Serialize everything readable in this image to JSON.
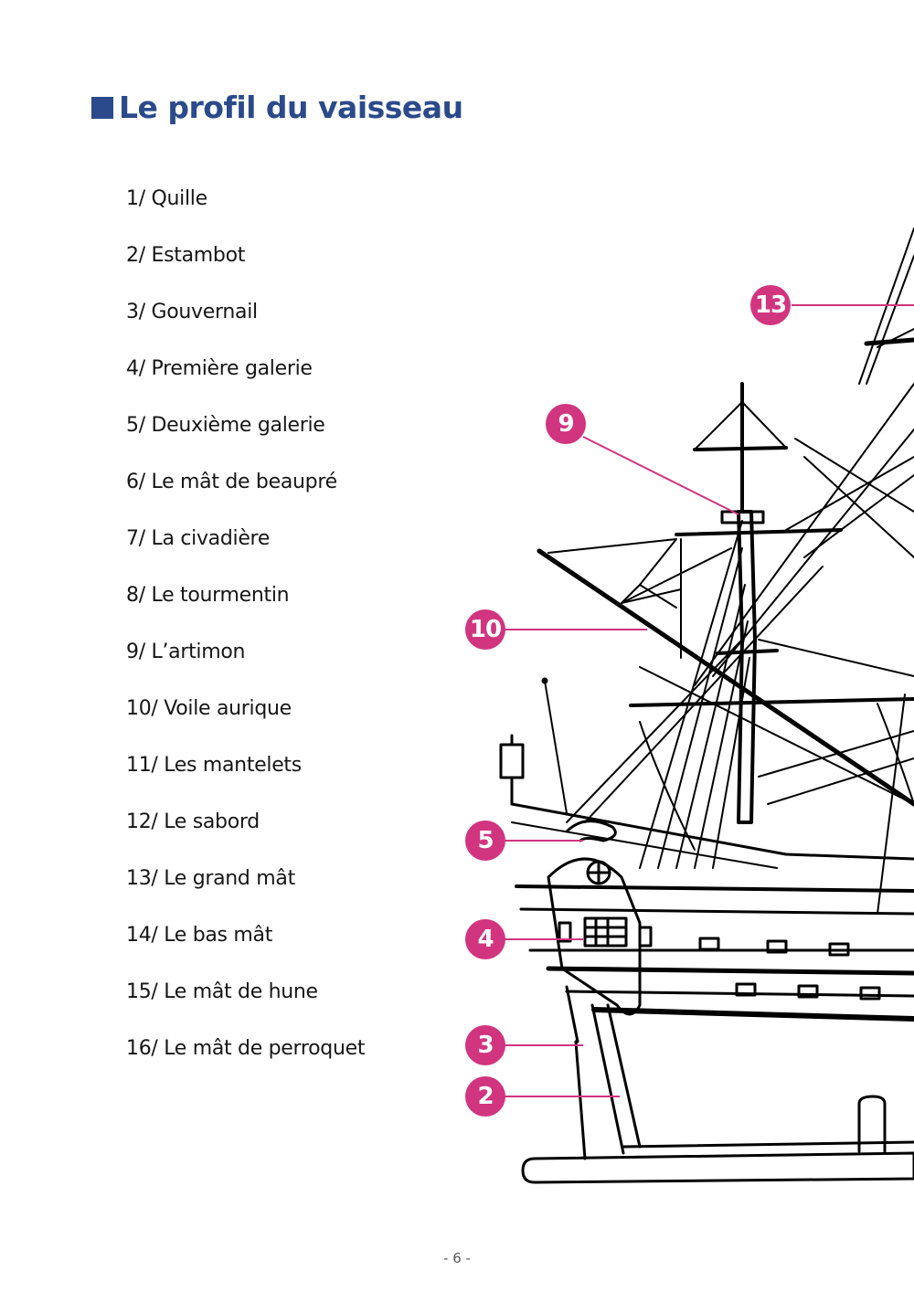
{
  "header": {
    "title": "Le profil du vaisseau",
    "title_icon": "square-bullet-icon",
    "title_color": "#2b4a8b"
  },
  "legend": {
    "items": [
      {
        "number": 1,
        "label": "1/ Quille"
      },
      {
        "number": 2,
        "label": "2/ Estambot"
      },
      {
        "number": 3,
        "label": "3/ Gouvernail"
      },
      {
        "number": 4,
        "label": "4/ Première galerie"
      },
      {
        "number": 5,
        "label": "5/ Deuxième galerie"
      },
      {
        "number": 6,
        "label": "6/ Le mât de beaupré"
      },
      {
        "number": 7,
        "label": "7/ La civadière"
      },
      {
        "number": 8,
        "label": "8/ Le tourmentin"
      },
      {
        "number": 9,
        "label": "9/ L’artimon"
      },
      {
        "number": 10,
        "label": "10/ Voile aurique"
      },
      {
        "number": 11,
        "label": "11/ Les mantelets"
      },
      {
        "number": 12,
        "label": "12/ Le sabord"
      },
      {
        "number": 13,
        "label": "13/ Le grand mât"
      },
      {
        "number": 14,
        "label": "14/ Le bas mât"
      },
      {
        "number": 15,
        "label": "15/ Le mât de hune"
      },
      {
        "number": 16,
        "label": "16/ Le mât de perroquet"
      }
    ]
  },
  "diagram": {
    "description": "Line drawing of a sailing ship (stern section) with numbered callouts",
    "marker_color": "#d1357f",
    "markers": [
      {
        "id": "13",
        "label": "13"
      },
      {
        "id": "9",
        "label": "9"
      },
      {
        "id": "10",
        "label": "10"
      },
      {
        "id": "5",
        "label": "5"
      },
      {
        "id": "4",
        "label": "4"
      },
      {
        "id": "3",
        "label": "3"
      },
      {
        "id": "2",
        "label": "2"
      }
    ]
  },
  "footer": {
    "page_number": "- 6 -"
  }
}
